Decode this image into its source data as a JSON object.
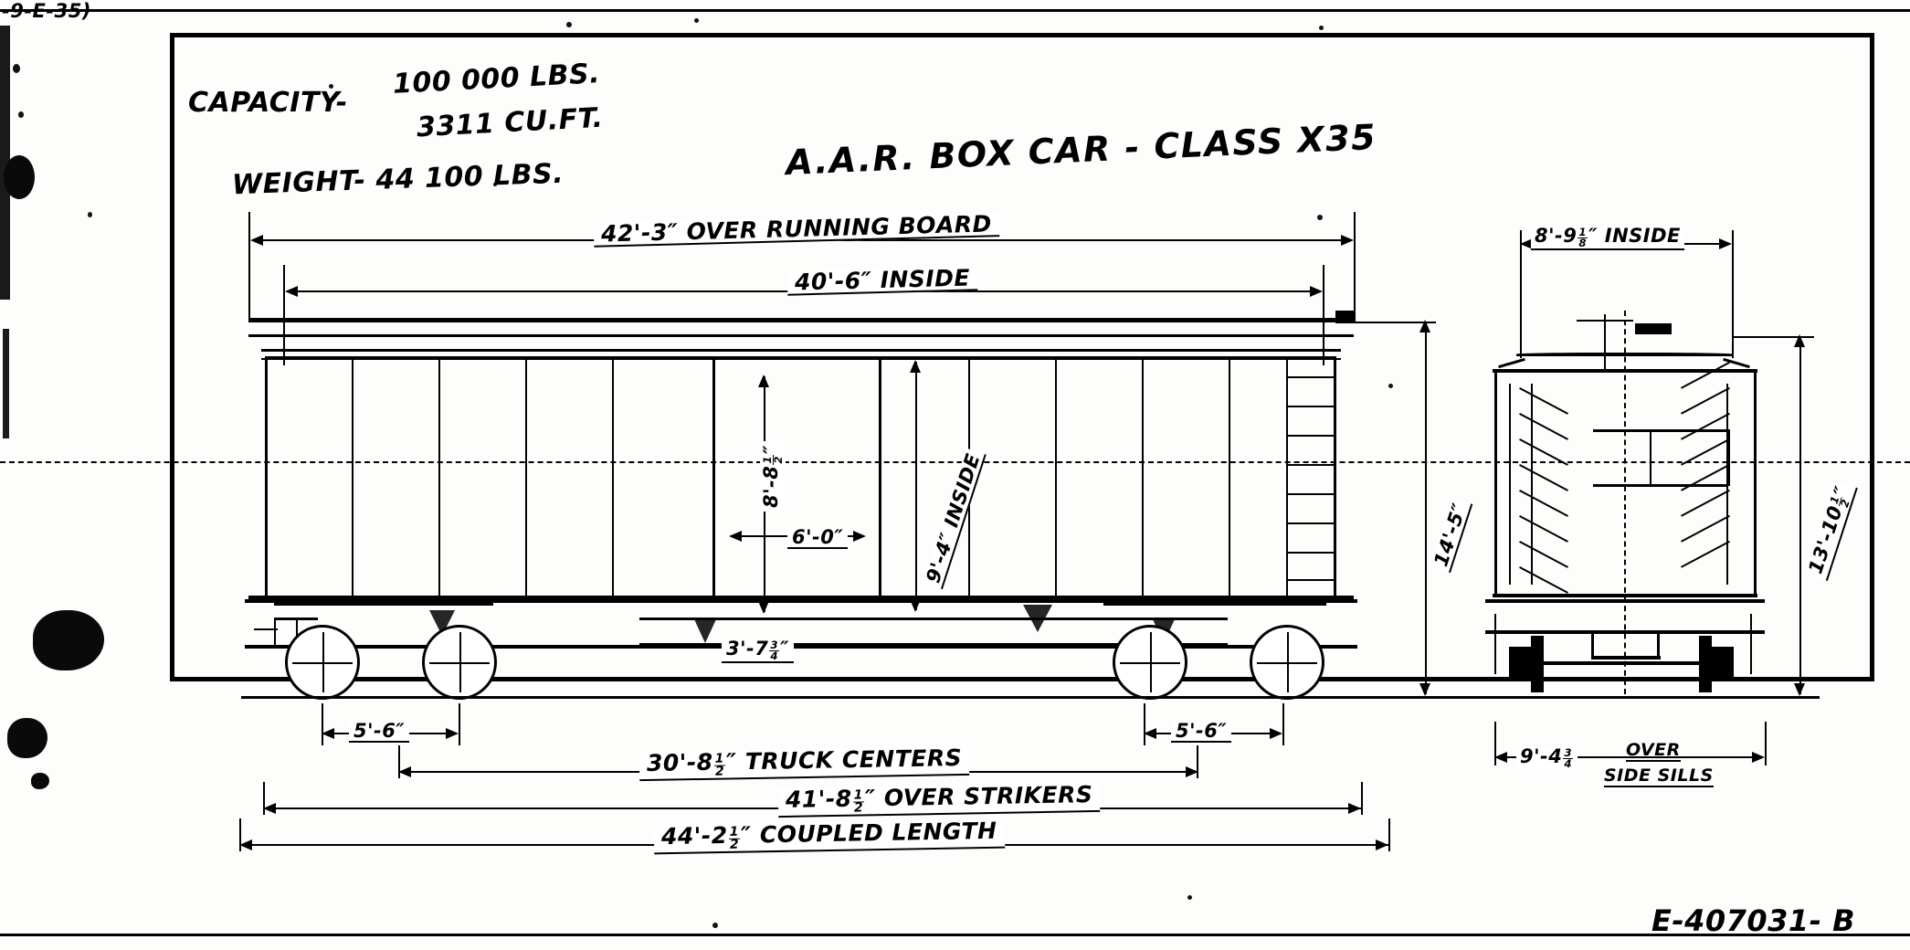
{
  "document": {
    "type": "engineering-drawing",
    "title": "A.A.R. BOX CAR - CLASS X35",
    "drawing_number": "E-407031- B",
    "corner_note": "-9-E-35)"
  },
  "specifications": {
    "capacity_label": "CAPACITY-",
    "capacity_weight": "100 000 LBS.",
    "capacity_volume": "3311 CU.FT.",
    "weight_line": "WEIGHT- 44 100 LBS."
  },
  "side_view": {
    "over_running_board": {
      "feet": "42'-",
      "inches": "3",
      "note": "OVER RUNNING BOARD"
    },
    "inside_length": {
      "feet": "40'-",
      "inches": "6",
      "note": "INSIDE"
    },
    "door_height": {
      "feet": "8'-",
      "inches": "8",
      "frac_n": "1",
      "frac_d": "2"
    },
    "door_width": {
      "feet": "6'-",
      "inches": "0"
    },
    "inside_height": {
      "feet": "9'-",
      "inches": "4",
      "note": "INSIDE"
    },
    "overall_height": {
      "feet": "14'-",
      "inches": "5"
    },
    "coupler_height": {
      "feet": "3'-",
      "inches": "7",
      "frac_n": "3",
      "frac_d": "4"
    },
    "wheel_base_left": {
      "feet": "5'-",
      "inches": "6"
    },
    "wheel_base_right": {
      "feet": "5'-",
      "inches": "6"
    },
    "truck_centers": {
      "feet": "30'-",
      "inches": "8",
      "frac_n": "1",
      "frac_d": "2",
      "note": "TRUCK CENTERS"
    },
    "over_strikers": {
      "feet": "41'-",
      "inches": "8",
      "frac_n": "1",
      "frac_d": "2",
      "note": "OVER STRIKERS"
    },
    "coupled_length": {
      "feet": "44'-",
      "inches": "2",
      "frac_n": "1",
      "frac_d": "2",
      "note": "COUPLED LENGTH"
    }
  },
  "end_view": {
    "inside_width": {
      "feet": "8'-",
      "inches": "9",
      "frac_n": "1",
      "frac_d": "8",
      "note": "INSIDE"
    },
    "overall_height": {
      "feet": "13'-",
      "inches": "10",
      "frac_n": "1",
      "frac_d": "2"
    },
    "over_side_sills": {
      "feet": "9'-",
      "inches": "4",
      "frac_n": "3",
      "frac_d": "4",
      "note_1": "OVER",
      "note_2": "SIDE SILLS"
    }
  }
}
